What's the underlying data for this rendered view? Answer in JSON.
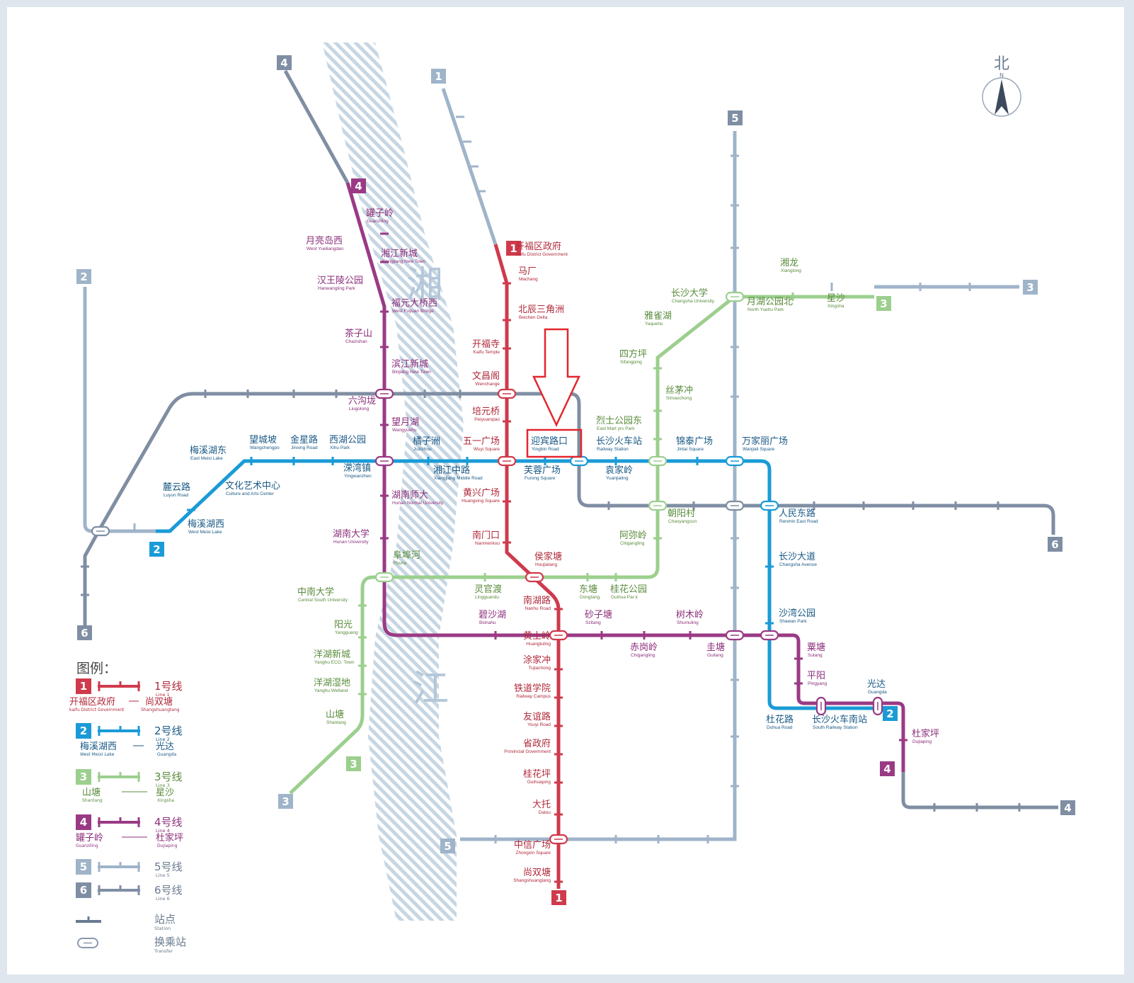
{
  "colors": {
    "line1": "#cf3a4c",
    "line2": "#1a9bd7",
    "line3": "#9ccf8e",
    "line4": "#9a3a85",
    "line5": "#9fb4c9",
    "line6": "#7f8ea3",
    "river_hatch": "#c6d6e3",
    "highlight": "#e3262d"
  },
  "compass": {
    "label": "北",
    "letter": "N"
  },
  "river": {
    "name_top": "湘",
    "name_bottom": "江"
  },
  "line_badges": {
    "l1": "1",
    "l2": "2",
    "l3": "3",
    "l4": "4",
    "l5": "5",
    "l6": "6"
  },
  "highlight": {
    "station": "迎宾路口",
    "icon": "down-arrow-icon"
  },
  "stations": [
    {
      "id": "s1",
      "zh": "开福区政府",
      "en": "kaifu District Government",
      "line": "1"
    },
    {
      "id": "s2",
      "zh": "马厂",
      "en": "Machang",
      "line": "1"
    },
    {
      "id": "s3",
      "zh": "北辰三角洲",
      "en": "Beichen Delta",
      "line": "1"
    },
    {
      "id": "s4",
      "zh": "开福寺",
      "en": "Kaifu Temple",
      "line": "1"
    },
    {
      "id": "s5",
      "zh": "文昌阁",
      "en": "Wenchange",
      "line": "1"
    },
    {
      "id": "s6",
      "zh": "培元桥",
      "en": "Peiyuanqiao",
      "line": "1"
    },
    {
      "id": "s7",
      "zh": "五一广场",
      "en": "Wuyi Square",
      "line": "1"
    },
    {
      "id": "s8",
      "zh": "黄兴广场",
      "en": "Huangxing Square",
      "line": "1"
    },
    {
      "id": "s9",
      "zh": "南门口",
      "en": "Nanmenkou",
      "line": "1"
    },
    {
      "id": "s10",
      "zh": "侯家塘",
      "en": "Houjiatang",
      "line": "1"
    },
    {
      "id": "s11",
      "zh": "南湖路",
      "en": "Nanhu Road",
      "line": "1"
    },
    {
      "id": "s12",
      "zh": "黄土岭",
      "en": "Huangtuling",
      "line": "1"
    },
    {
      "id": "s13",
      "zh": "涂家冲",
      "en": "Tujiachong",
      "line": "1"
    },
    {
      "id": "s14",
      "zh": "铁道学院",
      "en": "Railway Campus",
      "line": "1"
    },
    {
      "id": "s15",
      "zh": "友谊路",
      "en": "Youyi Road",
      "line": "1"
    },
    {
      "id": "s16",
      "zh": "省政府",
      "en": "Provincial Government",
      "line": "1"
    },
    {
      "id": "s17",
      "zh": "桂花坪",
      "en": "Guihuaping",
      "line": "1"
    },
    {
      "id": "s18",
      "zh": "大托",
      "en": "Datou",
      "line": "1"
    },
    {
      "id": "s19",
      "zh": "中信广场",
      "en": "Zhongxin Square",
      "line": "1"
    },
    {
      "id": "s20",
      "zh": "尚双塘",
      "en": "Shangshuangtang",
      "line": "1"
    },
    {
      "id": "s21",
      "zh": "梅溪湖东",
      "en": "East Meixi Lake",
      "line": "2"
    },
    {
      "id": "s22",
      "zh": "望城坡",
      "en": "Wangchengpo",
      "line": "2"
    },
    {
      "id": "s23",
      "zh": "金星路",
      "en": "Jinxing Road",
      "line": "2"
    },
    {
      "id": "s24",
      "zh": "西湖公园",
      "en": "Xihu Park",
      "line": "2"
    },
    {
      "id": "s25",
      "zh": "麓云路",
      "en": "Luyun Road",
      "line": "2"
    },
    {
      "id": "s26",
      "zh": "文化艺术中心",
      "en": "Culture and Arts Center",
      "line": "2"
    },
    {
      "id": "s27",
      "zh": "梅溪湖西",
      "en": "West Meixi Lake",
      "line": "2"
    },
    {
      "id": "s28",
      "zh": "溁湾镇",
      "en": "Yingwanzhen",
      "line": "2"
    },
    {
      "id": "s29",
      "zh": "橘子洲",
      "en": "Juzizhou",
      "line": "2"
    },
    {
      "id": "s30",
      "zh": "湘江中路",
      "en": "Xiangjiang Middle Road",
      "line": "2"
    },
    {
      "id": "s31",
      "zh": "迎宾路口",
      "en": "Yingbin Road",
      "line": "2"
    },
    {
      "id": "s32",
      "zh": "芙蓉广场",
      "en": "Furong Square",
      "line": "2"
    },
    {
      "id": "s33",
      "zh": "长沙火车站",
      "en": "Railway Station",
      "line": "2"
    },
    {
      "id": "s34",
      "zh": "袁家岭",
      "en": "Yuanjialing",
      "line": "2"
    },
    {
      "id": "s35",
      "zh": "锦泰广场",
      "en": "Jintai Square",
      "line": "2"
    },
    {
      "id": "s36",
      "zh": "万家丽广场",
      "en": "Wanjiali Square",
      "line": "2"
    },
    {
      "id": "s37",
      "zh": "人民东路",
      "en": "Renmin East Road",
      "line": "2"
    },
    {
      "id": "s38",
      "zh": "长沙大道",
      "en": "Changsha Avenue",
      "line": "2"
    },
    {
      "id": "s39",
      "zh": "沙湾公园",
      "en": "Shawan Park",
      "line": "2"
    },
    {
      "id": "s40",
      "zh": "杜花路",
      "en": "Duhua Road",
      "line": "2"
    },
    {
      "id": "s41",
      "zh": "长沙火车南站",
      "en": "South Railway Station",
      "line": "2"
    },
    {
      "id": "s42",
      "zh": "光达",
      "en": "Guangda",
      "line": "2"
    },
    {
      "id": "s43",
      "zh": "湘龙",
      "en": "Xianglong",
      "line": "3"
    },
    {
      "id": "s44",
      "zh": "长沙大学",
      "en": "Changsha University",
      "line": "3"
    },
    {
      "id": "s45",
      "zh": "月湖公园北",
      "en": "North Yuehu Park",
      "line": "3"
    },
    {
      "id": "s46",
      "zh": "星沙",
      "en": "Xingsha",
      "line": "3"
    },
    {
      "id": "s47",
      "zh": "雅雀湖",
      "en": "Yaquehu",
      "line": "3"
    },
    {
      "id": "s48",
      "zh": "四方坪",
      "en": "Sifangping",
      "line": "3"
    },
    {
      "id": "s49",
      "zh": "丝茅冲",
      "en": "Simaochong",
      "line": "3"
    },
    {
      "id": "s50",
      "zh": "烈士公园东",
      "en": "East Mart yrs Park",
      "line": "3"
    },
    {
      "id": "s51",
      "zh": "朝阳村",
      "en": "Chaoyangcun",
      "line": "3"
    },
    {
      "id": "s52",
      "zh": "阿弥岭",
      "en": "Chigangling",
      "line": "3"
    },
    {
      "id": "s53",
      "zh": "东塘",
      "en": "Dongtang",
      "line": "3"
    },
    {
      "id": "s54",
      "zh": "桂花公园",
      "en": "Guihua Par k",
      "line": "3"
    },
    {
      "id": "s55",
      "zh": "灵官渡",
      "en": "Lingguandu",
      "line": "3"
    },
    {
      "id": "s56",
      "zh": "阜埠河",
      "en": "Fbuhe",
      "line": "3"
    },
    {
      "id": "s57",
      "zh": "中南大学",
      "en": "Central South University",
      "line": "3"
    },
    {
      "id": "s58",
      "zh": "阳光",
      "en": "Yangguang",
      "line": "3"
    },
    {
      "id": "s59",
      "zh": "洋湖新城",
      "en": "Yanghu ECO. Town",
      "line": "3"
    },
    {
      "id": "s60",
      "zh": "洋湖湿地",
      "en": "Yanghu Wetland",
      "line": "3"
    },
    {
      "id": "s61",
      "zh": "山塘",
      "en": "Shantang",
      "line": "3"
    },
    {
      "id": "s62",
      "zh": "罐子岭",
      "en": "Guanziling",
      "line": "4"
    },
    {
      "id": "s63",
      "zh": "月亮岛西",
      "en": "West Yueliangdao",
      "line": "4"
    },
    {
      "id": "s64",
      "zh": "湘江新城",
      "en": "Xiangjiang New Town",
      "line": "4"
    },
    {
      "id": "s65",
      "zh": "汉王陵公园",
      "en": "Hanwangling Park",
      "line": "4"
    },
    {
      "id": "s66",
      "zh": "福元大桥西",
      "en": "West Fuyuan Bridge",
      "line": "4"
    },
    {
      "id": "s67",
      "zh": "茶子山",
      "en": "Chazishan",
      "line": "4"
    },
    {
      "id": "s68",
      "zh": "滨江新城",
      "en": "Binjiang New Town",
      "line": "4"
    },
    {
      "id": "s69",
      "zh": "六沟垅",
      "en": "Liugolong",
      "line": "4"
    },
    {
      "id": "s70",
      "zh": "望月湖",
      "en": "Wangyuehu",
      "line": "4"
    },
    {
      "id": "s71",
      "zh": "湖南师大",
      "en": "Hunan Normal University",
      "line": "4"
    },
    {
      "id": "s72",
      "zh": "湖南大学",
      "en": "Hunan University",
      "line": "4"
    },
    {
      "id": "s73",
      "zh": "碧沙湖",
      "en": "Bishahu",
      "line": "4"
    },
    {
      "id": "s74",
      "zh": "砂子塘",
      "en": "Szitang",
      "line": "4"
    },
    {
      "id": "s75",
      "zh": "树木岭",
      "en": "Shumuling",
      "line": "4"
    },
    {
      "id": "s76",
      "zh": "赤岗岭",
      "en": "Chigangling",
      "line": "4"
    },
    {
      "id": "s77",
      "zh": "圭塘",
      "en": "Guitang",
      "line": "4"
    },
    {
      "id": "s78",
      "zh": "粟塘",
      "en": "Sutang",
      "line": "4"
    },
    {
      "id": "s79",
      "zh": "平阳",
      "en": "Pingyang",
      "line": "4"
    },
    {
      "id": "s80",
      "zh": "杜家坪",
      "en": "Dujiaping",
      "line": "4"
    }
  ],
  "legend": {
    "title": "图例：",
    "entries": [
      {
        "badge": "1",
        "name": "1号线",
        "en": "Line 1",
        "from_zh": "开福区政府",
        "from_en": "kaifu District Government",
        "to_zh": "尚双塘",
        "to_en": "Shangshuangtang"
      },
      {
        "badge": "2",
        "name": "2号线",
        "en": "Line 2",
        "from_zh": "梅溪湖西",
        "from_en": "West Meixi Lake",
        "to_zh": "光达",
        "to_en": "Guangda"
      },
      {
        "badge": "3",
        "name": "3号线",
        "en": "Line 3",
        "from_zh": "山塘",
        "from_en": "Shantang",
        "to_zh": "星沙",
        "to_en": "Xingsha"
      },
      {
        "badge": "4",
        "name": "4号线",
        "en": "Line 4",
        "from_zh": "罐子岭",
        "from_en": "Guanziling",
        "to_zh": "杜家坪",
        "to_en": "Dujiaping"
      },
      {
        "badge": "5",
        "name": "5号线",
        "en": "Line 5"
      },
      {
        "badge": "6",
        "name": "6号线",
        "en": "Line 6"
      }
    ],
    "station": {
      "zh": "站点",
      "en": "Station"
    },
    "transfer": {
      "zh": "换乘站",
      "en": "Transfer"
    }
  }
}
